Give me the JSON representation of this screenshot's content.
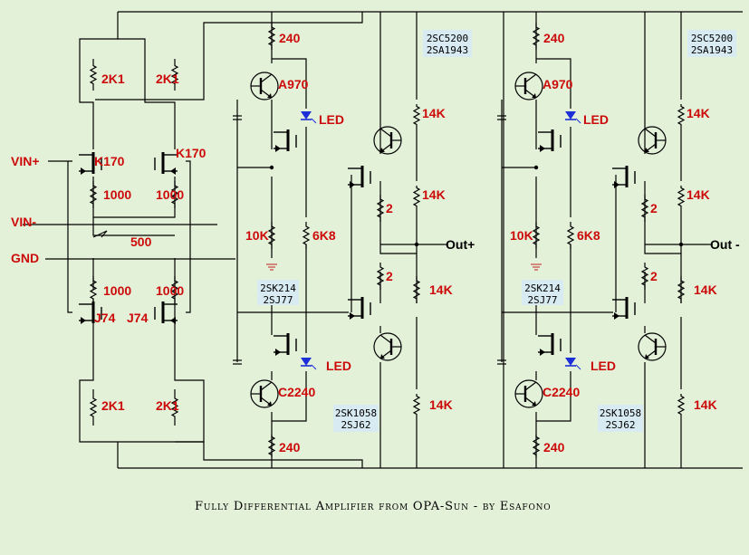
{
  "colors": {
    "background": "#e4f1d9",
    "label": "#cc0a0a",
    "wire": "#000000",
    "part_box": "#d8ebf2",
    "led": "#1c2fd8"
  },
  "caption": "Fully Differential Amplifier from OPA-Sun  -  by Esafono",
  "inputs": {
    "vin_plus": "VIN+",
    "vin_minus": "VIN-",
    "gnd": "GND"
  },
  "input_stage": {
    "r_top": "2K1",
    "r_bottom": "2K1",
    "jfet_n": "K170",
    "jfet_p": "J74",
    "r_source": "1000",
    "pot": "500"
  },
  "channels": [
    {
      "r_240": "240",
      "pnp_vas": "A970",
      "npn_vas": "C2240",
      "led": "LED",
      "r_10k": "10K",
      "r_6k8": "6K8",
      "mosfet_box": [
        "2SK214",
        "2SJ77"
      ],
      "driver_box": [
        "2SK1058",
        "2SJ62"
      ],
      "output_box": [
        "2SC5200",
        "2SA1943"
      ],
      "r_14k": "14K",
      "r_2": "2",
      "out": "Out+"
    },
    {
      "r_240": "240",
      "pnp_vas": "A970",
      "npn_vas": "C2240",
      "led": "LED",
      "r_10k": "10K",
      "r_6k8": "6K8",
      "mosfet_box": [
        "2SK214",
        "2SJ77"
      ],
      "driver_box": [
        "2SK1058",
        "2SJ62"
      ],
      "output_box": [
        "2SC5200",
        "2SA1943"
      ],
      "r_14k": "14K",
      "r_2": "2",
      "out": "Out -"
    }
  ]
}
